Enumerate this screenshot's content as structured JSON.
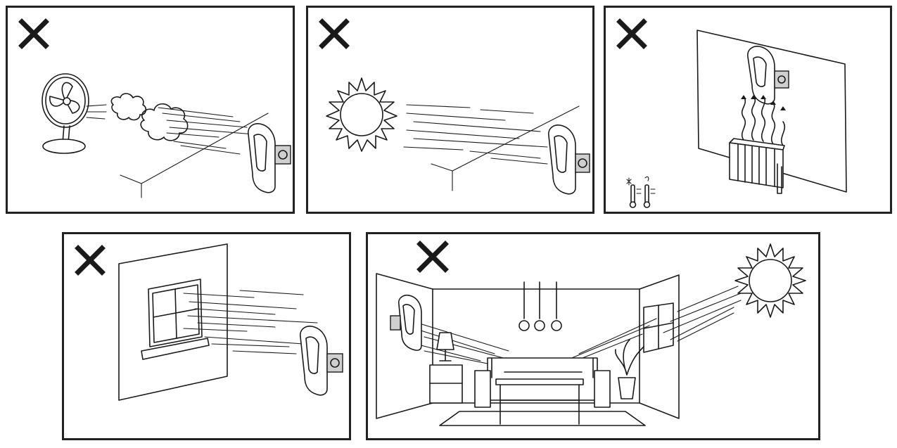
{
  "panels": [
    {
      "id": "fan",
      "mark": "cross",
      "marker_color": "#1a1a1a",
      "icon": "fan-icon"
    },
    {
      "id": "sunlight",
      "mark": "cross",
      "marker_color": "#1a1a1a",
      "icon": "sun-icon"
    },
    {
      "id": "heater",
      "mark": "cross",
      "marker_color": "#1a1a1a",
      "icon": "radiator-icon"
    },
    {
      "id": "window",
      "mark": "cross",
      "marker_color": "#1a1a1a",
      "icon": "window-icon"
    },
    {
      "id": "living-room",
      "mark": "cross",
      "marker_color": "#1a1a1a",
      "icon": "room-icon"
    }
  ]
}
